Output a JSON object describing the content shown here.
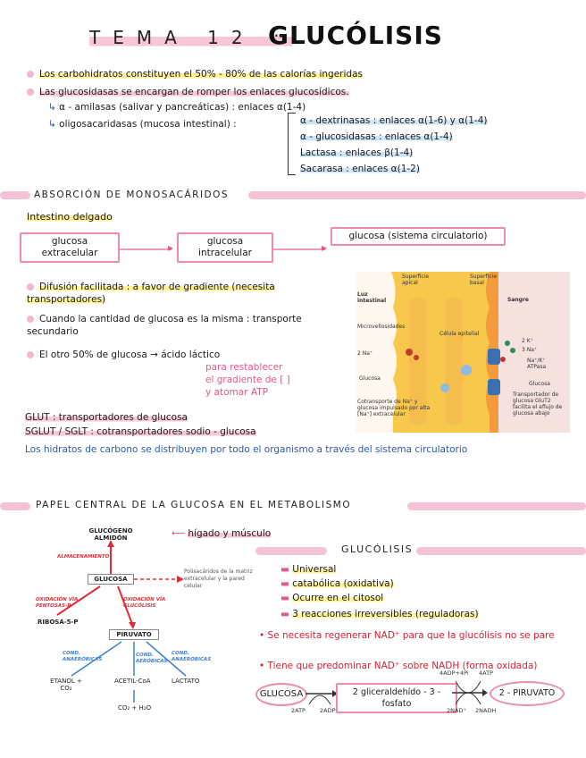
{
  "title": {
    "topic": "TEMA 12 :",
    "name": "GLUCÓLISIS"
  },
  "intro": {
    "line1": "Los carbohidratos constituyen el 50% - 80% de las calorías ingeridas",
    "line2": "Las glucosidasas se encargan de romper los enlaces glucosídicos.",
    "amylase": "α - amilasas (salivar y pancreáticas) : enlaces α(1-4)",
    "oligo_label": "oligosacaridasas (mucosa intestinal) :",
    "enzymes": [
      "α - dextrinasas : enlaces α(1-6) y α(1-4)",
      "α - glucosidasas : enlaces α(1-4)",
      "Lactasa : enlaces β(1-4)",
      "Sacarasa : enlaces α(1-2)"
    ]
  },
  "absorcion": {
    "heading": "ABSORCIÓN DE MONOSACÁRIDOS",
    "subheading": "Intestino delgado",
    "boxes": [
      "glucosa extracelular",
      "glucosa intracelular",
      "glucosa (sistema circulatorio)"
    ],
    "bullets": [
      "Difusión facilitada : a favor de gradiente (necesita transportadores)",
      "Cuando la cantidad de glucosa es la misma : transporte secundario",
      "El otro 50% de glucosa → ácido láctico"
    ],
    "lactic_note": [
      "para restablecer",
      "el gradiente de [ ]",
      "y atomar ATP"
    ],
    "glut": "GLUT : transportadores de glucosa",
    "sglut": "SGLUT / SGLT : cotransportadores sodio - glucosa",
    "hidratos": "Los hidratos de carbono se distribuyen por todo el organismo a través del sistema circulatorio",
    "illustration_labels": {
      "superficie_apical": "Superficie apical",
      "superficie_basal": "Superficie basal",
      "luz": "Luz intestinal",
      "sangre": "Sangre",
      "microvellosidades": "Microvellosidades",
      "celula": "Célula epitelial",
      "na2": "2 Na⁺",
      "k2": "2 K⁺",
      "na3": "3 Na⁺",
      "atpasa": "Na⁺/K⁺ ATPasa",
      "glucosa_l": "Glucosa",
      "glucosa_r": "Glucosa",
      "cotransporte": "Cotransporte de Na⁺ y glucosa impulsado por alta [Na⁺] extracelular",
      "transportador": "Transportador de glucosa GluT2 facilita el eflujo de glucosa abajo"
    }
  },
  "papel": {
    "heading": "PAPEL CENTRAL DE LA GLUCOSA EN EL METABOLISMO",
    "higado": "hígado y músculo",
    "diagram": {
      "glucogeno": "GLUCÓGENO ALMIDÓN",
      "almacenamiento": "ALMACENAMIENTO",
      "glucosa": "GLUCOSA",
      "polisacaridos": "Polisacáridos de la matriz extracelular y la pared celular",
      "oxidacion_pentosas": "OXIDACIÓN VÍA PENTOSAS-P",
      "oxidacion_glucolisis": "OXIDACIÓN VÍA GLUCÓLISIS",
      "ribosa": "RIBOSA-5-P",
      "piruvato": "PIRUVATO",
      "cond_anaer1": "COND. ANAERÓBICAS",
      "cond_aer": "COND. AERÓBICAS",
      "cond_anaer2": "COND. ANAERÓBICAS",
      "etanol": "ETANOL + CO₂",
      "acetil": "ACETIL-CoA",
      "lactato": "LACTATO",
      "co2": "CO₂ + H₂O"
    },
    "glucolisis_heading": "GLUCÓLISIS",
    "glucolisis_props": [
      "Universal",
      "catabólica (oxidativa)",
      "Ocurre en el citosol",
      "3 reacciones irreversibles (reguladoras)"
    ],
    "red_notes": [
      "Se necesita regenerar NAD⁺ para que la glucólisis no se pare",
      "Tiene que predominar NAD⁺ sobre NADH (forma oxidada)"
    ],
    "pathway": {
      "glucosa": "GLUCOSA",
      "middle": "2 gliceraldehído - 3 - fosfato",
      "piruvato": "2 - PIRUVATO",
      "atp_in": "2ATP",
      "adp_out": "2ADP",
      "pi_nad": "4ADP+4Pi",
      "atp4": "4ATP",
      "nad_in": "2NAD⁺",
      "nadh_out": "2NADH"
    }
  },
  "colors": {
    "pink": "#f4c2d7",
    "yellow": "#fff39a",
    "blue": "#cfe6f7",
    "ink_blue": "#2a5aa8",
    "ink_red": "#d21f2f"
  }
}
